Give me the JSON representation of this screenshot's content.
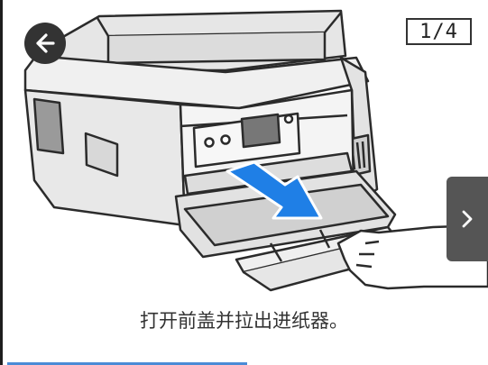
{
  "counter": "1/4",
  "caption": "打开前盖并拉出进纸器。",
  "icons": {
    "back": "arrow-left-icon",
    "next": "chevron-right-icon"
  },
  "colors": {
    "arrow": "#1f7fe6",
    "progress": "#4a8bd6",
    "button": "#333333"
  },
  "progress": {
    "step": 1,
    "total": 4
  }
}
